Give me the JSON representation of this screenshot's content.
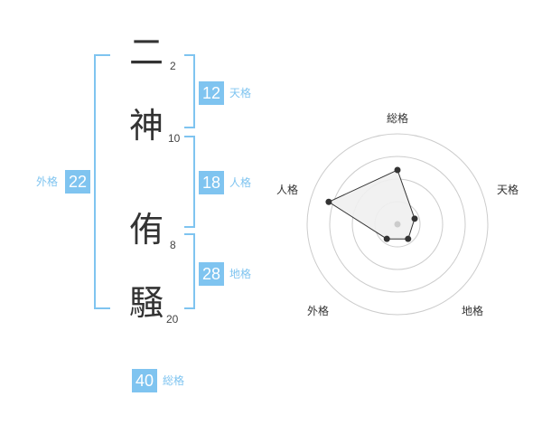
{
  "name": {
    "chars": [
      {
        "char": "二",
        "strokes": "2"
      },
      {
        "char": "神",
        "strokes": "10"
      },
      {
        "char": "侑",
        "strokes": "8"
      },
      {
        "char": "騒",
        "strokes": "20"
      }
    ]
  },
  "fortune": {
    "tenkaku": {
      "value": "12",
      "label": "天格"
    },
    "jinkaku": {
      "value": "18",
      "label": "人格"
    },
    "chikaku": {
      "value": "28",
      "label": "地格"
    },
    "gaikaku": {
      "value": "22",
      "label": "外格"
    },
    "soukaku": {
      "value": "40",
      "label": "総格"
    }
  },
  "radar": {
    "axes": [
      "総格",
      "天格",
      "地格",
      "外格",
      "人格"
    ],
    "values": [
      3,
      1,
      1,
      1,
      4
    ],
    "max": 5,
    "rings": 4,
    "colors": {
      "ring": "#cccccc",
      "fill": "#f0f0f0",
      "line": "#333333",
      "point": "#333333",
      "center": "#cccccc"
    }
  },
  "colors": {
    "accent": "#7fc4f0"
  }
}
